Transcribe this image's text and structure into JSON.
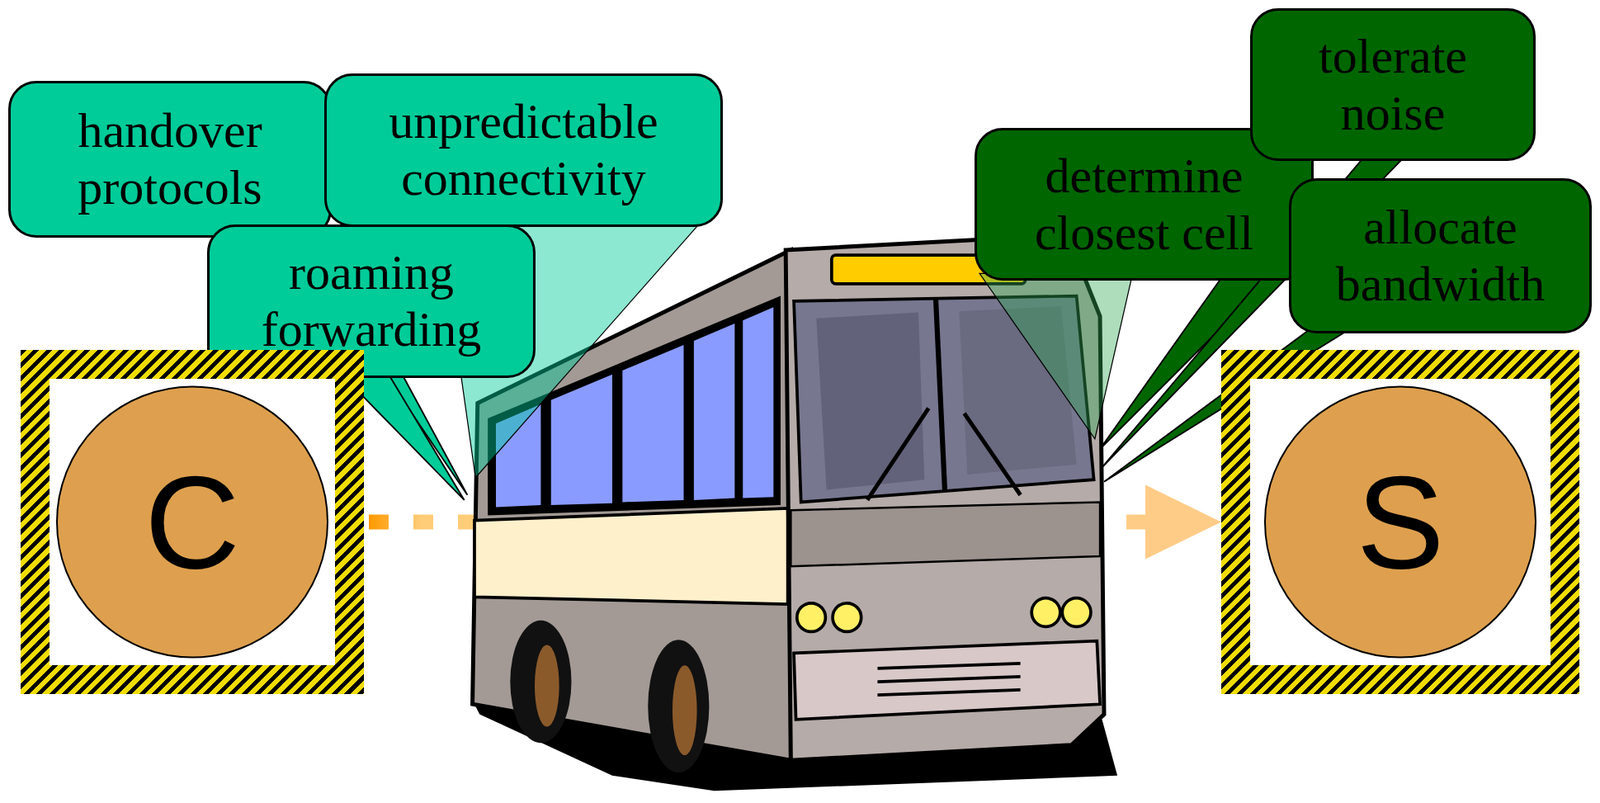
{
  "diagram": {
    "nodes": [
      {
        "text": [
          "handover protocols"
        ]
      },
      {
        "text": [
          "unpredictable connectivity"
        ]
      },
      {
        "text": [
          "roaming forwarding"
        ]
      },
      {
        "text": [
          "determine closest cell"
        ]
      },
      {
        "text": [
          "tolerate noise"
        ]
      },
      {
        "text": [
          "allocate bandwidth"
        ]
      },
      {
        "text": [
          "C"
        ]
      },
      {
        "text": [
          "S"
        ]
      }
    ],
    "edges": [
      {
        "from": 6,
        "to": 7,
        "arrow": "to"
      }
    ]
  }
}
